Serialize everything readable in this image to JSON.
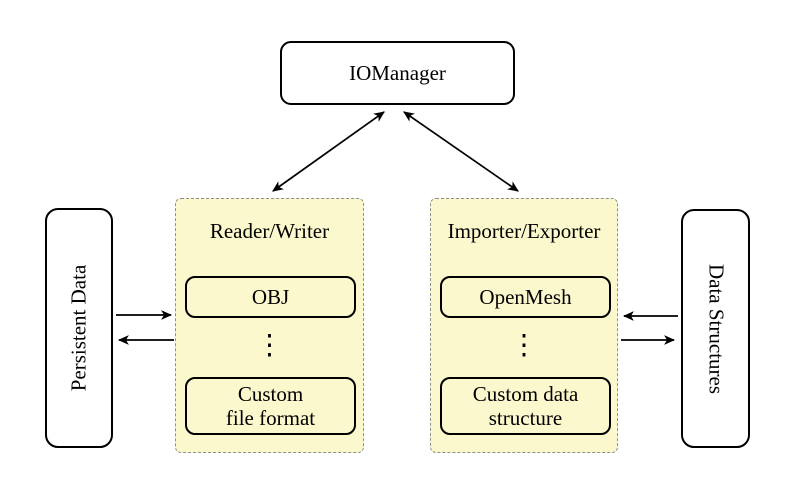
{
  "iomanager": {
    "label": "IOManager"
  },
  "persistent_data": {
    "label": "Persistent Data"
  },
  "data_structures": {
    "label": "Data Structures"
  },
  "reader_writer": {
    "title": "Reader/Writer",
    "ellipsis": "⋮",
    "items": [
      {
        "label": "OBJ"
      },
      {
        "label": "Custom\nfile format"
      }
    ]
  },
  "importer_exporter": {
    "title": "Importer/Exporter",
    "ellipsis": "⋮",
    "items": [
      {
        "label": "OpenMesh"
      },
      {
        "label": "Custom data\nstructure"
      }
    ]
  },
  "connections": [
    {
      "from": "IOManager",
      "to": "Reader/Writer",
      "bidirectional": true
    },
    {
      "from": "IOManager",
      "to": "Importer/Exporter",
      "bidirectional": true
    },
    {
      "from": "Persistent Data",
      "to": "Reader/Writer",
      "bidirectional": false
    },
    {
      "from": "Reader/Writer",
      "to": "Persistent Data",
      "bidirectional": false
    },
    {
      "from": "Importer/Exporter",
      "to": "Data Structures",
      "bidirectional": false
    },
    {
      "from": "Data Structures",
      "to": "Importer/Exporter",
      "bidirectional": false
    }
  ],
  "colors": {
    "group_fill": "#FBF8CD",
    "group_border": "#8F8F8F",
    "node_border": "#000000",
    "arrow": "#000000",
    "background": "#FFFFFF"
  }
}
